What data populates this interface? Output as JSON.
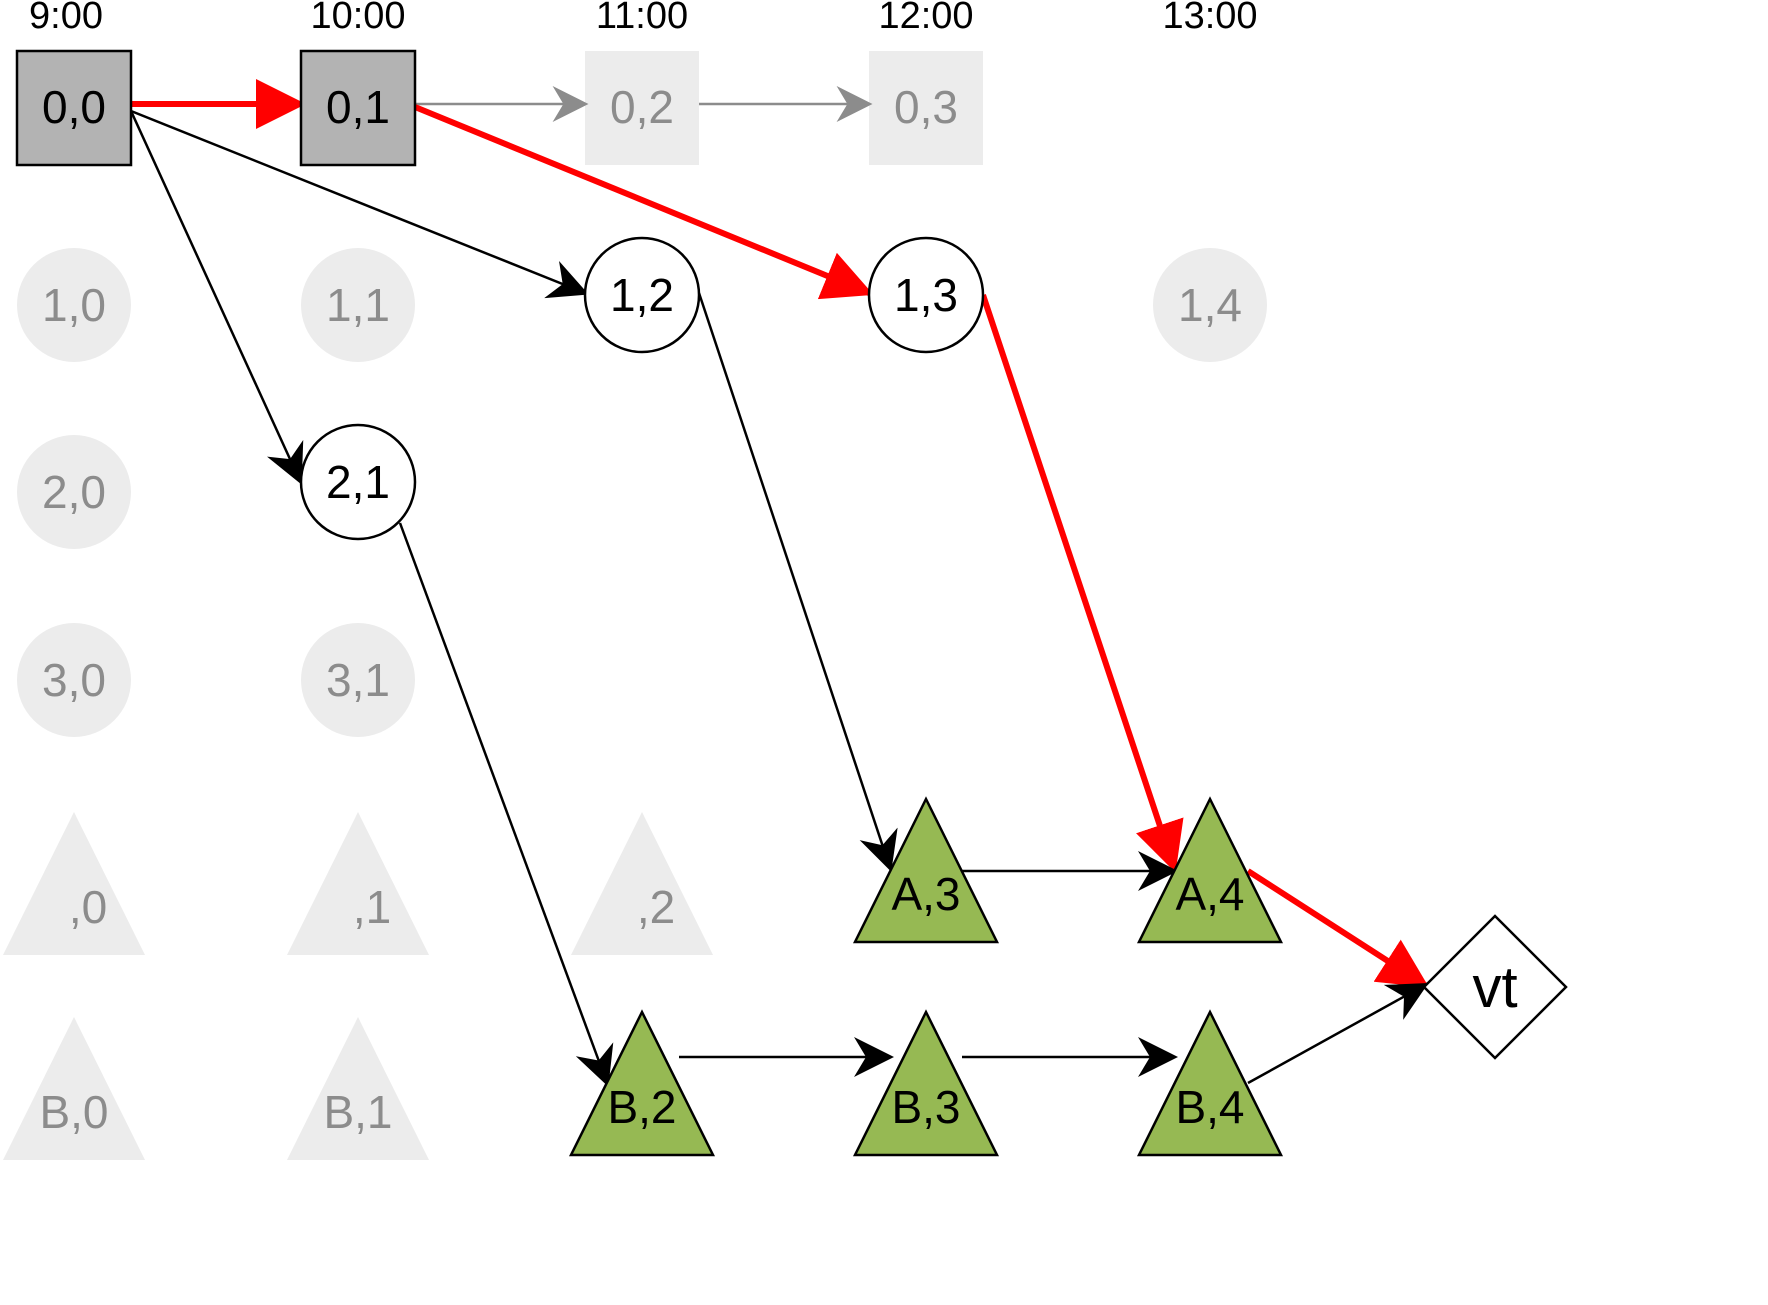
{
  "time_labels": [
    "9:00",
    "10:00",
    "11:00",
    "12:00",
    "13:00"
  ],
  "colors": {
    "active_square_fill": "#b3b3b3",
    "inactive_fill": "#ececec",
    "inactive_text": "#8c8c8c",
    "active_text": "#000000",
    "triangle_green": "#96b953",
    "path_red": "#ff0000",
    "edge_black": "#000000",
    "edge_gray": "#8c8c8c"
  },
  "nodes": [
    {
      "id": "0,0",
      "label": "0,0",
      "shape": "square",
      "state": "active"
    },
    {
      "id": "0,1",
      "label": "0,1",
      "shape": "square",
      "state": "active"
    },
    {
      "id": "0,2",
      "label": "0,2",
      "shape": "square",
      "state": "inactive"
    },
    {
      "id": "0,3",
      "label": "0,3",
      "shape": "square",
      "state": "inactive"
    },
    {
      "id": "1,0",
      "label": "1,0",
      "shape": "circle",
      "state": "inactive"
    },
    {
      "id": "1,1",
      "label": "1,1",
      "shape": "circle",
      "state": "inactive"
    },
    {
      "id": "1,2",
      "label": "1,2",
      "shape": "circle",
      "state": "active"
    },
    {
      "id": "1,3",
      "label": "1,3",
      "shape": "circle",
      "state": "active"
    },
    {
      "id": "1,4",
      "label": "1,4",
      "shape": "circle",
      "state": "inactive"
    },
    {
      "id": "2,0",
      "label": "2,0",
      "shape": "circle",
      "state": "inactive"
    },
    {
      "id": "2,1",
      "label": "2,1",
      "shape": "circle",
      "state": "active"
    },
    {
      "id": "3,0",
      "label": "3,0",
      "shape": "circle",
      "state": "inactive"
    },
    {
      "id": "3,1",
      "label": "3,1",
      "shape": "circle",
      "state": "inactive"
    },
    {
      "id": "A0",
      "label": ",0",
      "shape": "triangle",
      "state": "inactive"
    },
    {
      "id": "A1",
      "label": ",1",
      "shape": "triangle",
      "state": "inactive"
    },
    {
      "id": "A2",
      "label": ",2",
      "shape": "triangle",
      "state": "inactive"
    },
    {
      "id": "A,3",
      "label": "A,3",
      "shape": "triangle",
      "state": "active"
    },
    {
      "id": "A,4",
      "label": "A,4",
      "shape": "triangle",
      "state": "active"
    },
    {
      "id": "B,0",
      "label": "B,0",
      "shape": "triangle",
      "state": "inactive"
    },
    {
      "id": "B,1",
      "label": "B,1",
      "shape": "triangle",
      "state": "inactive"
    },
    {
      "id": "B,2",
      "label": "B,2",
      "shape": "triangle",
      "state": "active"
    },
    {
      "id": "B,3",
      "label": "B,3",
      "shape": "triangle",
      "state": "active"
    },
    {
      "id": "B,4",
      "label": "B,4",
      "shape": "triangle",
      "state": "active"
    },
    {
      "id": "vt",
      "label": "vt",
      "shape": "diamond",
      "state": "terminal"
    }
  ],
  "edges": [
    {
      "from": "0,0",
      "to": "0,1",
      "style": "red"
    },
    {
      "from": "0,1",
      "to": "0,2",
      "style": "gray"
    },
    {
      "from": "0,2",
      "to": "0,3",
      "style": "gray"
    },
    {
      "from": "0,0",
      "to": "1,2",
      "style": "black"
    },
    {
      "from": "0,0",
      "to": "2,1",
      "style": "black"
    },
    {
      "from": "0,1",
      "to": "1,3",
      "style": "red"
    },
    {
      "from": "1,2",
      "to": "A,3",
      "style": "black"
    },
    {
      "from": "1,3",
      "to": "A,4",
      "style": "red"
    },
    {
      "from": "2,1",
      "to": "B,2",
      "style": "black"
    },
    {
      "from": "A,3",
      "to": "A,4",
      "style": "black"
    },
    {
      "from": "A,4",
      "to": "vt",
      "style": "red"
    },
    {
      "from": "B,2",
      "to": "B,3",
      "style": "black"
    },
    {
      "from": "B,3",
      "to": "B,4",
      "style": "black"
    },
    {
      "from": "B,4",
      "to": "vt",
      "style": "black"
    }
  ]
}
